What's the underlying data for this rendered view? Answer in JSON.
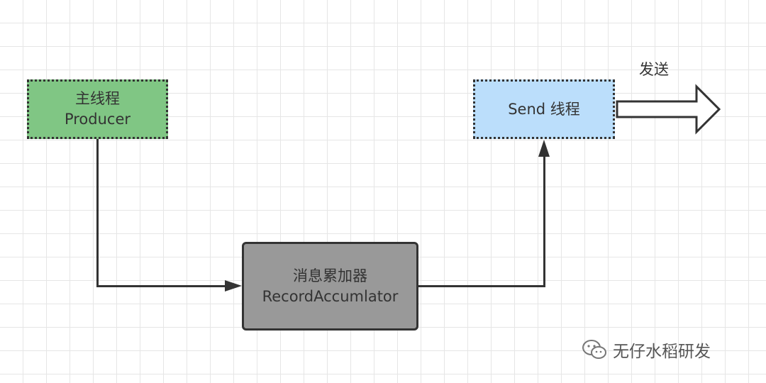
{
  "nodes": {
    "producer": {
      "line1": "主线程",
      "line2": "Producer",
      "fill": "#80c684"
    },
    "accumulator": {
      "line1": "消息累加器",
      "line2": "RecordAccumlator",
      "fill": "#999999"
    },
    "send": {
      "label": "Send 线程",
      "fill": "#bbdefb"
    }
  },
  "edges": [
    {
      "from": "producer",
      "to": "accumulator"
    },
    {
      "from": "accumulator",
      "to": "send"
    }
  ],
  "output": {
    "label": "发送"
  },
  "watermark": {
    "text": "无仔水稻研发",
    "icon": "wechat-logo-icon"
  },
  "colors": {
    "line": "#333333",
    "grid": "#e6e6e6"
  }
}
